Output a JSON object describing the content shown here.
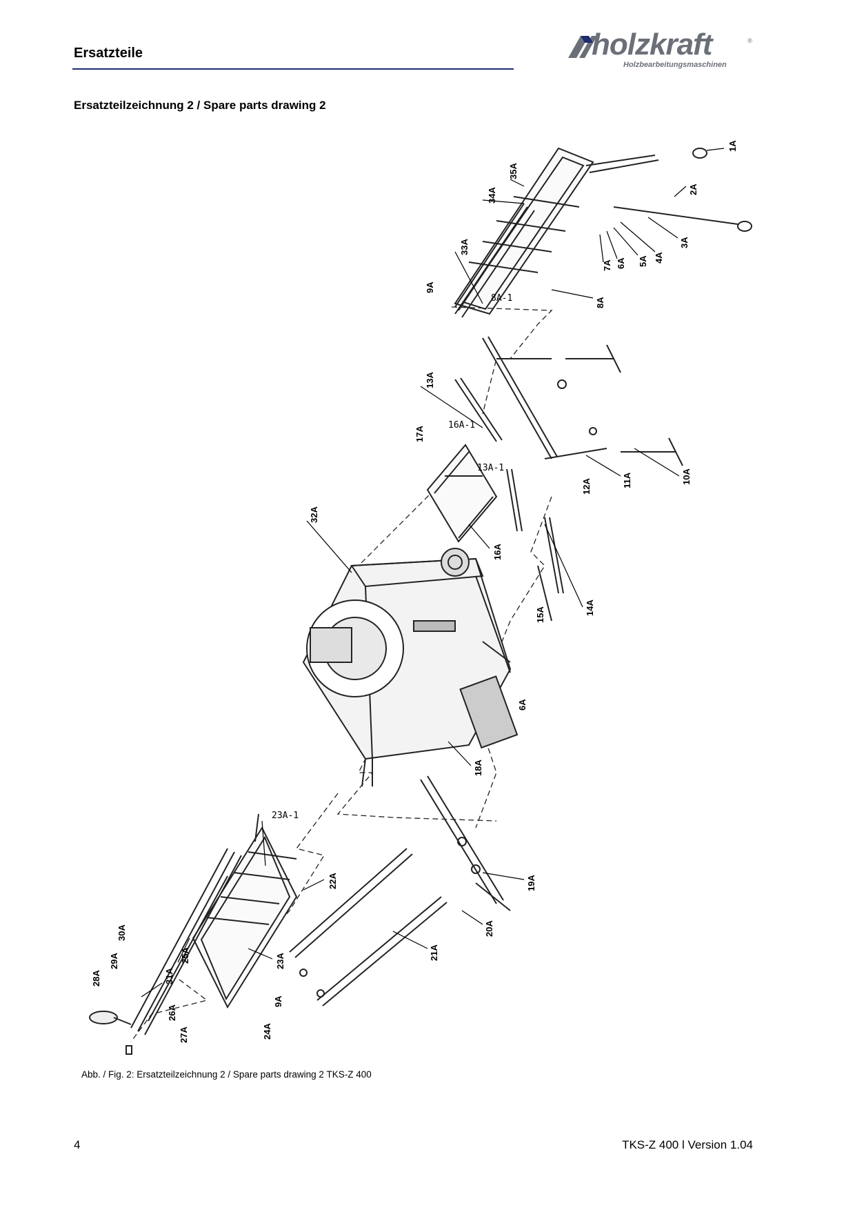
{
  "header": {
    "title": "Ersatzteile",
    "logo_text": "holzkraft",
    "logo_registered": "®",
    "logo_tagline": "Holzbearbeitungsmaschinen"
  },
  "section_title": "Ersatzteilzeichnung 2 / Spare parts drawing 2",
  "part_labels": {
    "p1A": "1A",
    "p2A": "2A",
    "p3A": "3A",
    "p4A": "4A",
    "p5A": "5A",
    "p6A": "6A",
    "p7A": "7A",
    "p8A": "8A",
    "p8A1": "8A-1",
    "p9A": "9A",
    "p9A_b": "9A",
    "p10A": "10A",
    "p11A": "11A",
    "p12A": "12A",
    "p13A": "13A",
    "p13A1": "13A-1",
    "p14A": "14A",
    "p15A": "15A",
    "p16A": "16A",
    "p16A1": "16A-1",
    "p17A": "17A",
    "p18A": "18A",
    "p19A": "19A",
    "p20A": "20A",
    "p21A": "21A",
    "p22A": "22A",
    "p23A": "23A",
    "p23A1": "23A-1",
    "p24A": "24A",
    "p25A": "25A",
    "p26A": "26A",
    "p27A": "27A",
    "p28A": "28A",
    "p29A": "29A",
    "p30A": "30A",
    "p31A": "31A",
    "p32A": "32A",
    "p33A": "33A",
    "p34A": "34A",
    "p35A": "35A",
    "p6A_b": "6A"
  },
  "caption": "Abb. / Fig. 2: Ersatzteilzeichnung 2 / Spare parts drawing 2 TKS-Z 400",
  "footer": {
    "page_number": "4",
    "document_version": "TKS-Z 400 l Version 1.04"
  }
}
